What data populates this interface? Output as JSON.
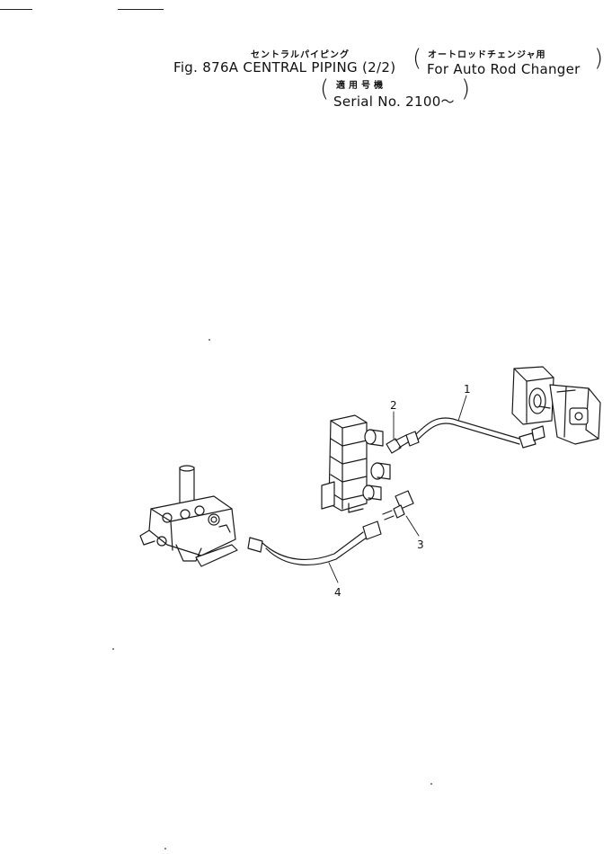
{
  "header": {
    "title_kana": "セントラルパイピング",
    "title": "Fig. 876A  CENTRAL PIPING (2/2)",
    "application_kana": "オートロッドチェンジャ用",
    "application": "For Auto Rod Changer",
    "serial_kana": "適用号機",
    "serial": "Serial No. 2100～"
  },
  "callouts": [
    "1",
    "2",
    "3",
    "4"
  ],
  "colors": {
    "line": "#1a1a1a",
    "background": "#ffffff"
  }
}
